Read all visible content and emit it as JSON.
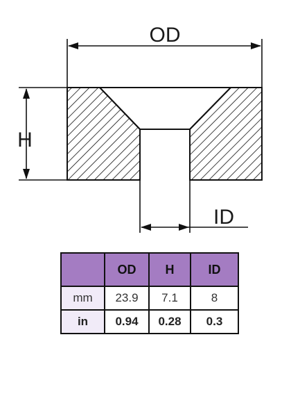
{
  "diagram": {
    "label_od": "OD",
    "label_h": "H",
    "label_id": "ID"
  },
  "table": {
    "corner": "",
    "headers": [
      "OD",
      "H",
      "ID"
    ],
    "rows": [
      {
        "unit": "mm",
        "values": [
          "23.9",
          "7.1",
          "8"
        ]
      },
      {
        "unit": "in",
        "values": [
          "0.94",
          "0.28",
          "0.3"
        ]
      }
    ]
  },
  "colors": {
    "header_bg": "#a47cc2",
    "row_label_bg": "#f1ebf8",
    "line": "#111111"
  }
}
